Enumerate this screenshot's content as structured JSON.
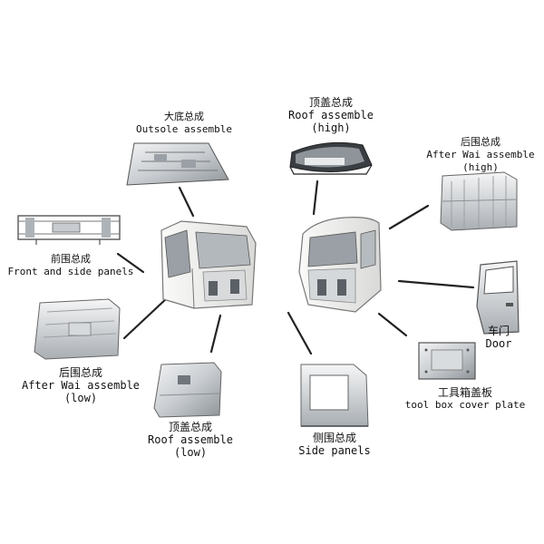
{
  "labels": {
    "outsole": {
      "zh": "大底总成",
      "en": "Outsole assemble"
    },
    "roof_high": {
      "zh": "顶盖总成",
      "en": "Roof assemble",
      "note": "(high)"
    },
    "after_wai_high": {
      "zh": "后围总成",
      "en": "After Wai assemble",
      "note": "(high)"
    },
    "front_side": {
      "zh": "前围总成",
      "en": "Front and side panels"
    },
    "door": {
      "zh": "车门",
      "en": "Door"
    },
    "after_wai_low": {
      "zh": "后围总成",
      "en": "After Wai assemble",
      "note": "(low)"
    },
    "tool_box": {
      "zh": "工具箱盖板",
      "en": "tool box cover plate"
    },
    "roof_low": {
      "zh": "顶盖总成",
      "en": "Roof assemble",
      "note": "(low)"
    },
    "side_panels": {
      "zh": "侧围总成",
      "en": "Side panels"
    }
  },
  "colors": {
    "line": "#222222",
    "metal_light": "#e6e8ea",
    "metal_mid": "#b9bdc1",
    "metal_dark": "#6f757b",
    "cab_white": "#f4f4f2"
  }
}
